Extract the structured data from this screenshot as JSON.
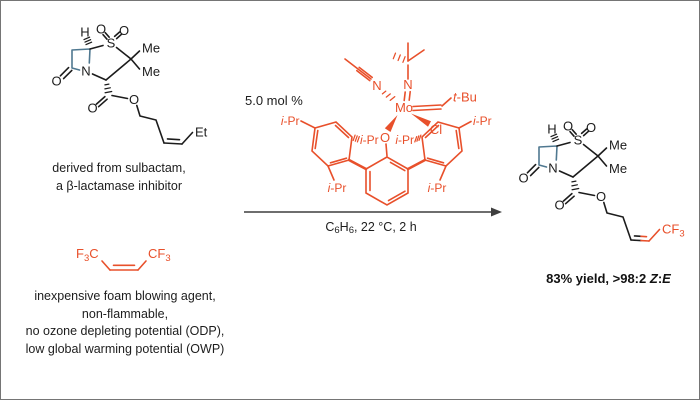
{
  "colors": {
    "structure_black": "#1c1c1c",
    "accent_orange": "#e8502b",
    "lactam_blue": "#4f7890",
    "arrow_gray": "#3f3f3f"
  },
  "labels": {
    "H": "H",
    "O": "O",
    "S": "S",
    "N": "N",
    "Me": "Me",
    "Et": "Et",
    "Mo": "Mo",
    "Cl": "Cl",
    "F": "F",
    "C": "C",
    "sub3": "3",
    "t": "t",
    "Bu": "-Bu",
    "i": "i",
    "Pr": "-Pr"
  },
  "captions": {
    "substrate": [
      "derived from sulbactam,",
      "a β-lactamase inhibitor"
    ],
    "reagent": [
      "inexpensive foam blowing agent,",
      "non-flammable,",
      "no ozone depleting potential (ODP),",
      "low global warming potential (OWP)"
    ]
  },
  "reaction": {
    "catalyst_loading": "5.0 mol %",
    "conditions": {
      "f1": "C",
      "s1": "6",
      "f2": "H",
      "s2": "6",
      "rest": ", 22 °C, 2 h"
    },
    "result": {
      "prefix": "83% yield, >98:2 ",
      "z": "Z",
      "colon": ":",
      "e": "E"
    }
  }
}
